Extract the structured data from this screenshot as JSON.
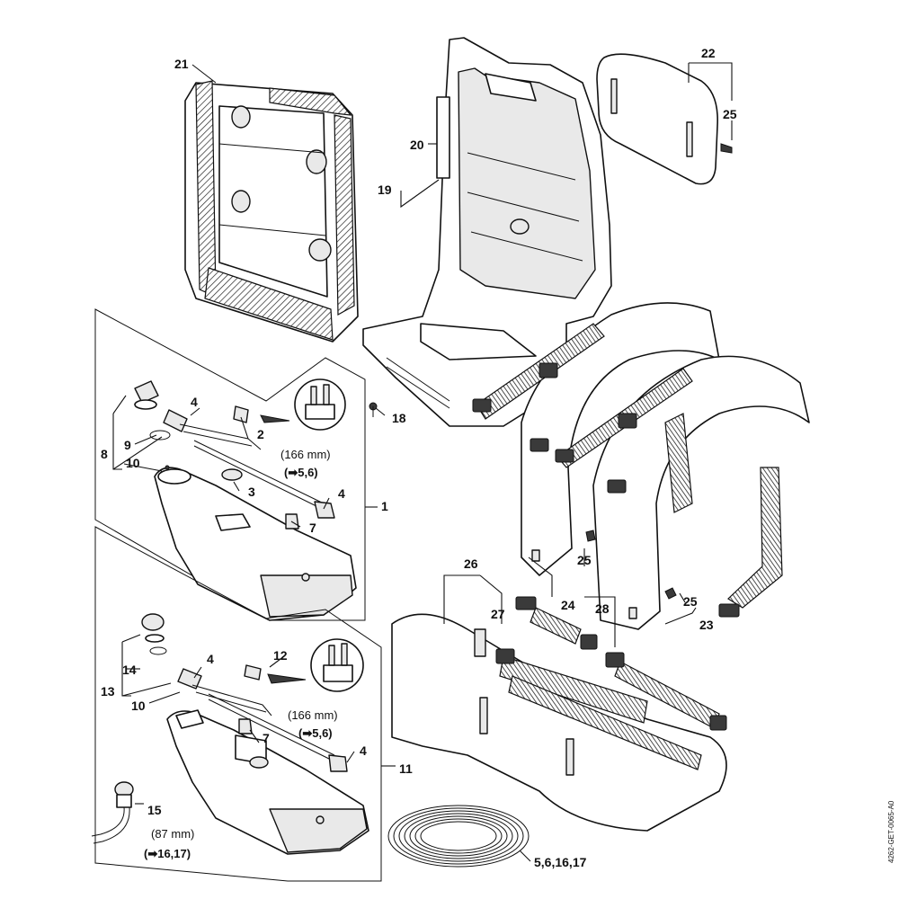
{
  "callouts": {
    "c1": "1",
    "c2": "2",
    "c3": "3",
    "c4a": "4",
    "c4b": "4",
    "c4c": "4",
    "c4d": "4",
    "c5_6_16_17": "5,6,16,17",
    "c7a": "7",
    "c7b": "7",
    "c8": "8",
    "c9": "9",
    "c10a": "10",
    "c10b": "10",
    "c11": "11",
    "c12": "12",
    "c13": "13",
    "c14": "14",
    "c15": "15",
    "c18": "18",
    "c19": "19",
    "c20": "20",
    "c21": "21",
    "c22": "22",
    "c23": "23",
    "c24": "24",
    "c25a": "25",
    "c25b": "25",
    "c25c": "25",
    "c26": "26",
    "c27": "27",
    "c28": "28"
  },
  "hose_notes": [
    {
      "length": "(166 mm)",
      "ref": "(➡5,6)"
    },
    {
      "length": "(166 mm)",
      "ref": "(➡5,6)"
    },
    {
      "length": "(87 mm)",
      "ref": "(➡16,17)"
    }
  ],
  "document_id": "4262-GET-0065-A0",
  "colors": {
    "line": "#111111",
    "fill": "#ffffff",
    "shade": "#e9e9e9"
  }
}
